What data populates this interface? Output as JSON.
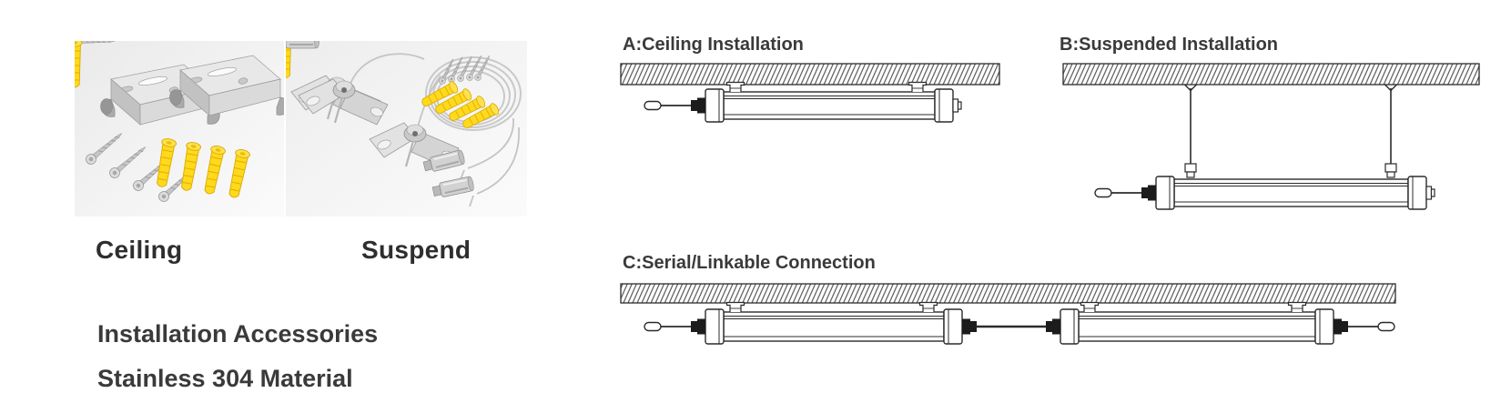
{
  "page": {
    "background": "#ffffff"
  },
  "accessories": {
    "photos": [
      {
        "label": "Ceiling",
        "name": "ceiling-accessories-photo"
      },
      {
        "label": "Suspend",
        "name": "suspend-accessories-photo"
      }
    ],
    "caption_line1": "Installation Accessories",
    "caption_line2": "Stainless 304 Material"
  },
  "diagrams": [
    {
      "id": "A",
      "title": "A:Ceiling Installation"
    },
    {
      "id": "B",
      "title": "B:Suspended Installation"
    },
    {
      "id": "C",
      "title": "C:Serial/Linkable Connection"
    }
  ],
  "colors": {
    "line_art": "#2b2b2b",
    "hatch_gray": "#4a4a4a",
    "title_text": "#3a3a3a",
    "label_text": "#2e2e2e",
    "plug_yellow": "#ffd91c",
    "steel_gray": "#cfcfcf",
    "photo_background": "#efefef",
    "connector_black": "#1c1c1c"
  }
}
